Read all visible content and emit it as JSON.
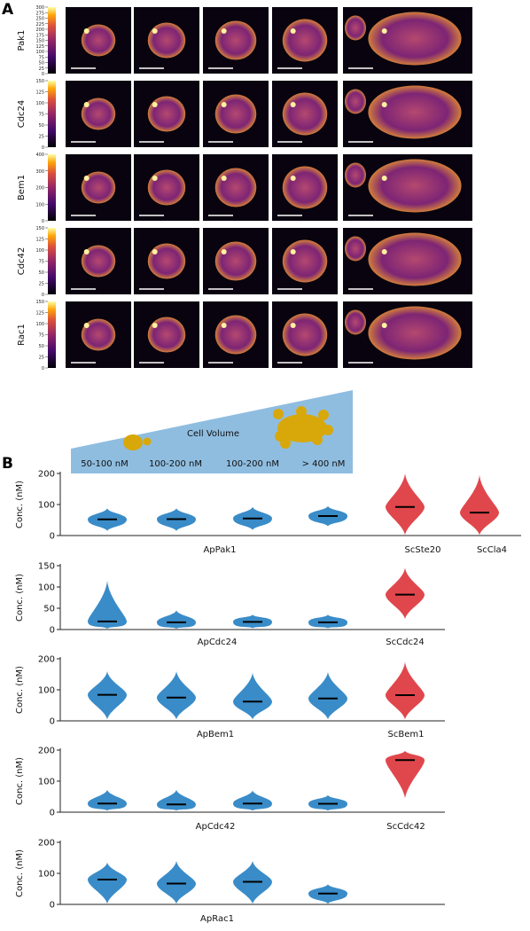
{
  "panelA": {
    "letter": "A",
    "rows": [
      {
        "label": "Pak1",
        "ticks": [
          "300",
          "275",
          "250",
          "225",
          "200",
          "175",
          "150",
          "125",
          "100",
          "75",
          "50",
          "25",
          "0"
        ]
      },
      {
        "label": "Cdc24",
        "ticks": [
          "150",
          "125",
          "100",
          "75",
          "50",
          "25",
          "0"
        ]
      },
      {
        "label": "Bem1",
        "ticks": [
          "400",
          "300",
          "200",
          "100",
          "0"
        ]
      },
      {
        "label": "Cdc42",
        "ticks": [
          "150",
          "125",
          "100",
          "75",
          "50",
          "25",
          "0"
        ]
      },
      {
        "label": "Rac1",
        "ticks": [
          "150",
          "125",
          "100",
          "75",
          "50",
          "25",
          "0"
        ]
      }
    ]
  },
  "panelB": {
    "letter": "B",
    "banner": {
      "title": "Cell Volume",
      "ranges": [
        "50-100 nM",
        "100-200 nM",
        "100-200 nM",
        "> 400 nM"
      ]
    }
  },
  "colors": {
    "ap": "#3a8cc8",
    "sc": "#e0474c",
    "banner": "#8fbde0",
    "cell": "#d8a80a"
  },
  "chart_data": [
    {
      "type": "violin",
      "ylabel": "Conc. (nM)",
      "ylim": [
        0,
        200
      ],
      "yticks": [
        0,
        100,
        200
      ],
      "group_labels": [
        "ApPak1",
        "ScSte20",
        "ScCla4"
      ],
      "series": [
        {
          "group": "Ap",
          "medians": [
            52,
            53,
            55,
            63
          ],
          "ranges": [
            [
              15,
              88
            ],
            [
              15,
              88
            ],
            [
              18,
              92
            ],
            [
              30,
              95
            ]
          ]
        },
        {
          "group": "Sc",
          "medians": [
            92,
            74
          ],
          "ranges": [
            [
              2,
              200
            ],
            [
              2,
              195
            ]
          ]
        }
      ]
    },
    {
      "type": "violin",
      "ylabel": "Conc. (nM)",
      "ylim": [
        0,
        150
      ],
      "yticks": [
        0,
        50,
        100,
        150
      ],
      "group_labels": [
        "ApCdc24",
        "ScCdc24"
      ],
      "series": [
        {
          "group": "Ap",
          "medians": [
            19,
            17,
            18,
            17
          ],
          "ranges": [
            [
              2,
              115
            ],
            [
              2,
              45
            ],
            [
              3,
              35
            ],
            [
              3,
              35
            ]
          ]
        },
        {
          "group": "Sc",
          "medians": [
            82
          ],
          "ranges": [
            [
              25,
              145
            ]
          ]
        }
      ]
    },
    {
      "type": "violin",
      "ylabel": "Conc. (nM)",
      "ylim": [
        0,
        200
      ],
      "yticks": [
        0,
        100,
        200
      ],
      "group_labels": [
        "ApBem1",
        "ScBem1"
      ],
      "series": [
        {
          "group": "Ap",
          "medians": [
            84,
            75,
            62,
            72
          ],
          "ranges": [
            [
              5,
              160
            ],
            [
              5,
              160
            ],
            [
              5,
              155
            ],
            [
              5,
              158
            ]
          ]
        },
        {
          "group": "Sc",
          "medians": [
            83
          ],
          "ranges": [
            [
              5,
              190
            ]
          ]
        }
      ]
    },
    {
      "type": "violin",
      "ylabel": "Conc. (nM)",
      "ylim": [
        0,
        200
      ],
      "yticks": [
        0,
        100,
        200
      ],
      "group_labels": [
        "ApCdc42",
        "ScCdc42"
      ],
      "series": [
        {
          "group": "Ap",
          "medians": [
            28,
            25,
            28,
            27
          ],
          "ranges": [
            [
              5,
              72
            ],
            [
              5,
              72
            ],
            [
              5,
              70
            ],
            [
              5,
              55
            ]
          ]
        },
        {
          "group": "Sc",
          "medians": [
            168
          ],
          "ranges": [
            [
              45,
              198
            ]
          ]
        }
      ]
    },
    {
      "type": "violin",
      "ylabel": "Conc. (nM)",
      "ylim": [
        0,
        200
      ],
      "yticks": [
        0,
        100,
        200
      ],
      "group_labels": [
        "ApRac1"
      ],
      "series": [
        {
          "group": "Ap",
          "medians": [
            80,
            67,
            73,
            35
          ],
          "ranges": [
            [
              2,
              135
            ],
            [
              2,
              140
            ],
            [
              2,
              140
            ],
            [
              2,
              65
            ]
          ]
        }
      ]
    }
  ]
}
